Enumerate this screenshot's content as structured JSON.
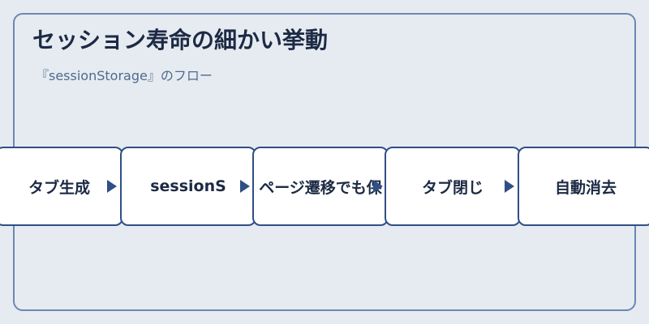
{
  "header": {
    "title": "セッション寿命の細かい挙動",
    "subtitle": "『sessionStorage』のフロー"
  },
  "flow": {
    "steps": [
      {
        "label": "タブ生成"
      },
      {
        "label": "sessionS"
      },
      {
        "label": "ページ遷移でも保"
      },
      {
        "label": "タブ閉じ"
      },
      {
        "label": "自動消去"
      }
    ]
  },
  "colors": {
    "background": "#e6ebf1",
    "frame_border": "#6b87b5",
    "node_border": "#2f4f86",
    "arrow": "#2f4f86",
    "title_text": "#1c2a44",
    "subtitle_text": "#4f6a8e"
  }
}
